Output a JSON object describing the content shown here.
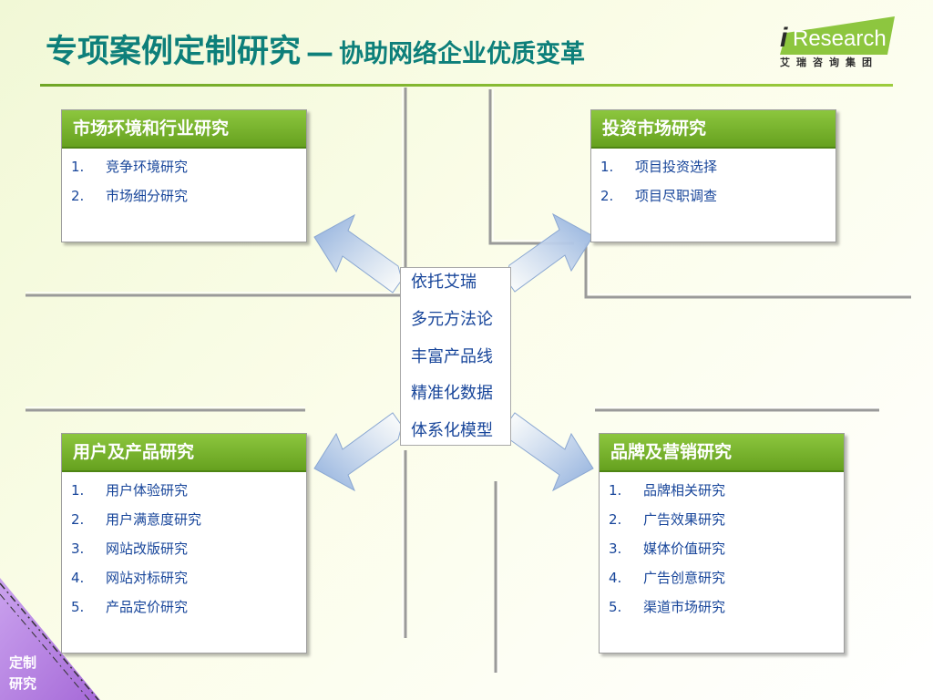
{
  "title": {
    "main": "专项案例定制研究",
    "dash": "—",
    "sub": "协助网络企业优质变革"
  },
  "logo": {
    "i_letter": "i",
    "word": "Research",
    "tagline": "艾瑞咨询集团"
  },
  "center": {
    "items": [
      "依托艾瑞",
      "多元方法论",
      "丰富产品线",
      "精准化数据",
      "体系化模型"
    ]
  },
  "boxes": {
    "top_left": {
      "title": "市场环境和行业研究",
      "items": [
        {
          "num": "1.",
          "text": "竞争环境研究"
        },
        {
          "num": "2.",
          "text": "市场细分研究"
        }
      ]
    },
    "top_right": {
      "title": "投资市场研究",
      "items": [
        {
          "num": "1.",
          "text": "项目投资选择"
        },
        {
          "num": "2.",
          "text": "项目尽职调查"
        }
      ]
    },
    "bottom_left": {
      "title": "用户及产品研究",
      "items": [
        {
          "num": "1.",
          "text": "用户体验研究"
        },
        {
          "num": "2.",
          "text": "用户满意度研究"
        },
        {
          "num": "3.",
          "text": "网站改版研究"
        },
        {
          "num": "4.",
          "text": "网站对标研究"
        },
        {
          "num": "5.",
          "text": "产品定价研究"
        }
      ]
    },
    "bottom_right": {
      "title": "品牌及营销研究",
      "items": [
        {
          "num": "1.",
          "text": "品牌相关研究"
        },
        {
          "num": "2.",
          "text": "广告效果研究"
        },
        {
          "num": "3.",
          "text": "媒体价值研究"
        },
        {
          "num": "4.",
          "text": "广告创意研究"
        },
        {
          "num": "5.",
          "text": "渠道市场研究"
        }
      ]
    }
  },
  "corner_tab": {
    "line1": "定制",
    "line2": "研究"
  },
  "colors": {
    "title": "#0d7f7a",
    "header_green": "#7cb82f",
    "item_text": "#17459a",
    "arrow_blue": "#a8bfe0",
    "corner_purple": "#b57fe0"
  }
}
